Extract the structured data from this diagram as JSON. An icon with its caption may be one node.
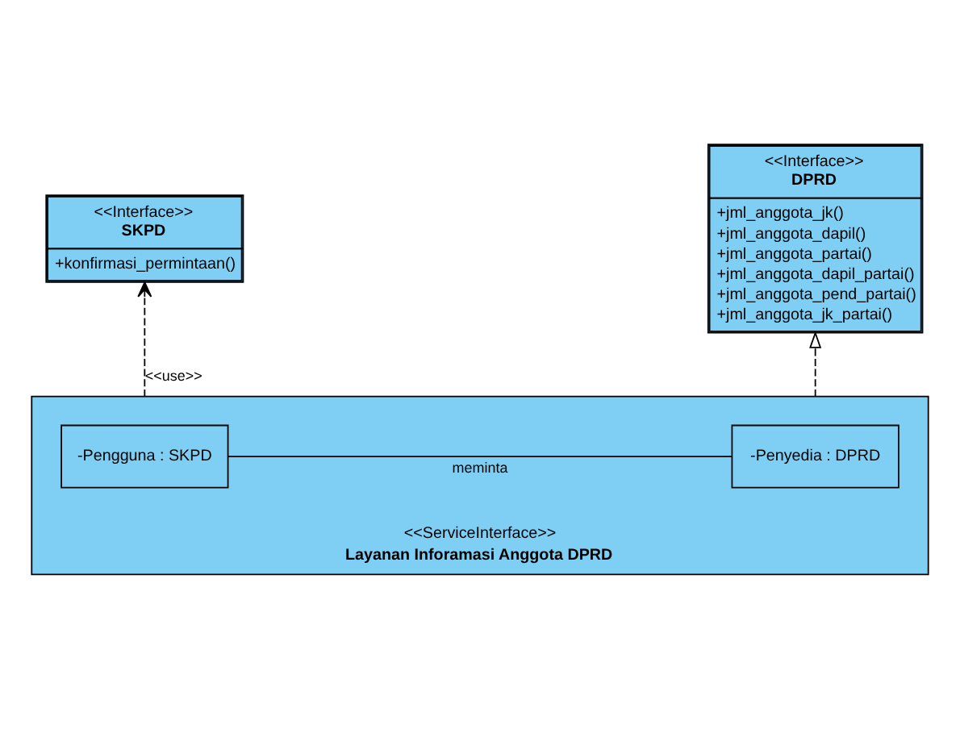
{
  "diagram": {
    "nodes": [
      {
        "text": [
          "<<Interface>>",
          "SKPD",
          "+konfirmasi_permintaan()"
        ]
      },
      {
        "text": [
          "<<Interface>>",
          "DPRD",
          "+jml_anggota_jk()",
          "+jml_anggota_dapil()",
          "+jml_anggota_partai()",
          "+jml_anggota_dapil_partai()",
          "+jml_anggota_pend_partai()",
          "+jml_anggota_jk_partai()"
        ]
      },
      {
        "text": [
          "<<ServiceInterface>>",
          "Layanan Inforamasi Anggota DPRD"
        ]
      },
      {
        "text": [
          "-Pengguna : SKPD"
        ],
        "in": 2
      },
      {
        "text": [
          "-Penyedia : DPRD"
        ],
        "in": 2
      }
    ],
    "edges": [
      {
        "from": 2,
        "to": 0,
        "arrow": "to",
        "style": "dashed",
        "label": "<<use>>"
      },
      {
        "from": 2,
        "to": 1,
        "arrow": "to",
        "style": "dashed"
      },
      {
        "from": 3,
        "to": 4,
        "arrow": "none",
        "label": "meminta"
      }
    ]
  }
}
